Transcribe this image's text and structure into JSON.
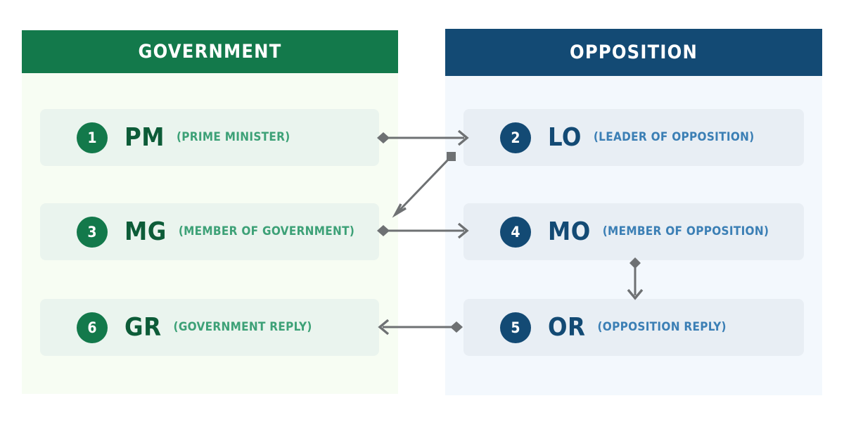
{
  "colors": {
    "government_header_bg": "#13794b",
    "opposition_header_bg": "#134a74",
    "government_panel_bg": "#f7fdf3",
    "opposition_panel_bg": "#f3f8fd",
    "government_card_bg": "#eaf4ee",
    "opposition_card_bg": "#e8eef4",
    "government_abbr_text": "#0d5c38",
    "opposition_abbr_text": "#134a74",
    "government_full_text": "#3da177",
    "opposition_full_text": "#3b7fb5",
    "connector": "#6e7173",
    "page_bg": "#ffffff"
  },
  "government": {
    "header": "GOVERNMENT",
    "speakers": [
      {
        "order": "1",
        "abbr": "PM",
        "full": "(PRIME MINISTER)"
      },
      {
        "order": "3",
        "abbr": "MG",
        "full": "(MEMBER OF GOVERNMENT)"
      },
      {
        "order": "6",
        "abbr": "GR",
        "full": "(GOVERNMENT REPLY)"
      }
    ]
  },
  "opposition": {
    "header": "OPPOSITION",
    "speakers": [
      {
        "order": "2",
        "abbr": "LO",
        "full": "(LEADER OF OPPOSITION)"
      },
      {
        "order": "4",
        "abbr": "MO",
        "full": "(MEMBER OF OPPOSITION)"
      },
      {
        "order": "5",
        "abbr": "OR",
        "full": "(OPPOSITION REPLY)"
      }
    ]
  },
  "connectors": [
    {
      "name": "pm-to-lo",
      "from": "PM",
      "to": "LO",
      "direction": "right"
    },
    {
      "name": "lo-to-mg",
      "from": "LO",
      "to": "MG",
      "direction": "diagonal-down-left"
    },
    {
      "name": "mg-to-mo",
      "from": "MG",
      "to": "MO",
      "direction": "right"
    },
    {
      "name": "mo-to-or",
      "from": "MO",
      "to": "OR",
      "direction": "down"
    },
    {
      "name": "or-to-gr",
      "from": "OR",
      "to": "GR",
      "direction": "left"
    }
  ]
}
